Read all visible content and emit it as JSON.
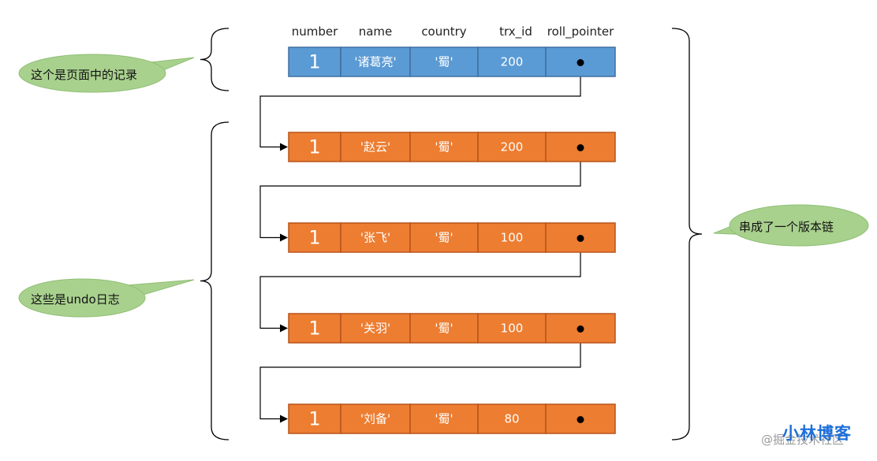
{
  "headers": [
    "number",
    "name",
    "country",
    "trx_id",
    "roll_pointer"
  ],
  "records": [
    {
      "kind": "page",
      "number": "1",
      "name": "'诸葛亮'",
      "country": "'蜀'",
      "trx_id": "200"
    },
    {
      "kind": "undo",
      "number": "1",
      "name": "'赵云'",
      "country": "'蜀'",
      "trx_id": "200"
    },
    {
      "kind": "undo",
      "number": "1",
      "name": "'张飞'",
      "country": "'蜀'",
      "trx_id": "100"
    },
    {
      "kind": "undo",
      "number": "1",
      "name": "'关羽'",
      "country": "'蜀'",
      "trx_id": "100"
    },
    {
      "kind": "undo",
      "number": "1",
      "name": "'刘备'",
      "country": "'蜀'",
      "trx_id": "80"
    }
  ],
  "callouts": {
    "page_record": "这个是页面中的记录",
    "undo_log": "这些是undo日志",
    "version_chain": "串成了一个版本链"
  },
  "watermark": {
    "main": "小林博客",
    "sub": "@掘金技术社区"
  },
  "colors": {
    "page_fill": "#5b9bd5",
    "page_stroke": "#3f6f9f",
    "undo_fill": "#ed7d31",
    "undo_stroke": "#b8541a",
    "bubble_fill": "#a9d18e",
    "bubble_stroke": "#8fbf74",
    "text_on_cell": "#ffffff",
    "line": "#000000"
  }
}
